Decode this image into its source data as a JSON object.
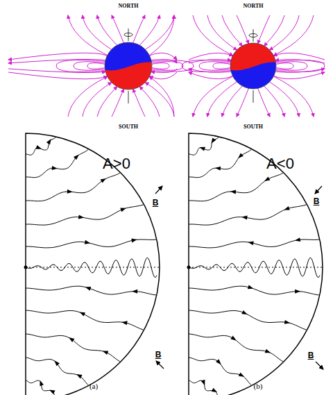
{
  "diagram": {
    "labels": [
      "NORTH",
      "SOUTH",
      "NORTH",
      "SOUTH",
      "A>0",
      "B",
      "B",
      "(a)",
      "A<0",
      "B",
      "B",
      "(b)"
    ]
  }
}
